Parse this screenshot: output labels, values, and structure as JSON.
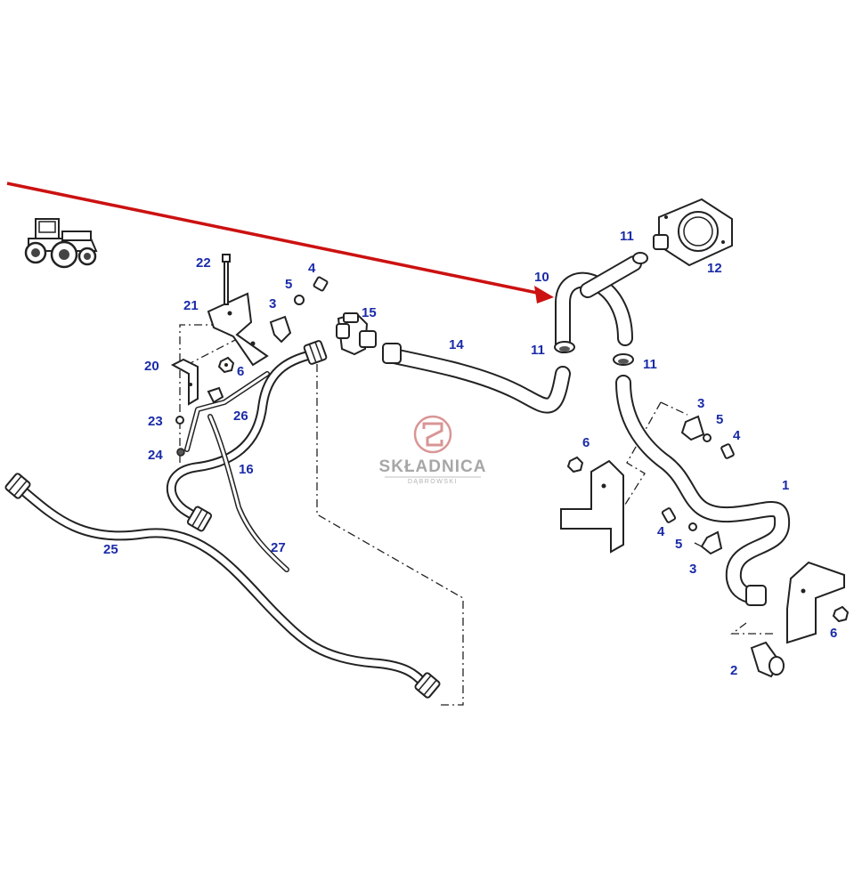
{
  "watermark": {
    "brand": "SKŁADNICA",
    "sub": "DĄBROWSKI"
  },
  "highlight_arrow": {
    "color": "#cc1111",
    "points_to_callout": "10"
  },
  "callout_color": "#1a2ba8",
  "callouts": {
    "c1": "1",
    "c2": "2",
    "c3a": "3",
    "c3b": "3",
    "c3c": "3",
    "c4a": "4",
    "c4b": "4",
    "c4c": "4",
    "c5a": "5",
    "c5b": "5",
    "c5c": "5",
    "c6a": "6",
    "c6b": "6",
    "c6c": "6",
    "c10": "10",
    "c11a": "11",
    "c11b": "11",
    "c11c": "11",
    "c12": "12",
    "c14": "14",
    "c15": "15",
    "c16": "16",
    "c20": "20",
    "c21": "21",
    "c22": "22",
    "c23": "23",
    "c24": "24",
    "c25": "25",
    "c26": "26",
    "c27": "27"
  },
  "icons": [
    "tractor-icon",
    "watermark-logo-icon"
  ]
}
